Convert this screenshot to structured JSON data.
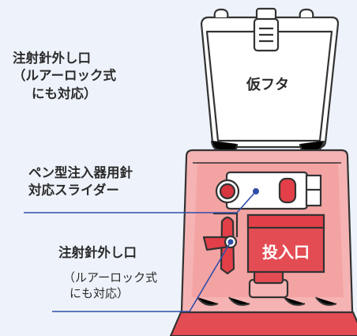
{
  "labels": {
    "needle_top": [
      "注射針外し口",
      "（ルアーロック式",
      "にも対応）"
    ],
    "slider": [
      "ペン型注入器用針",
      "対応スライダー"
    ],
    "needle_bottom_title": "注射針外し口",
    "needle_bottom_sub": [
      "（ルアーロック式",
      "にも対応）"
    ]
  },
  "device": {
    "lid_label": "仮フタ",
    "slot_label": "投入口"
  },
  "colors": {
    "background": "#eef3fb",
    "body": "#f4a9a9",
    "body_dark": "#e88d8d",
    "slot": "#e33f48",
    "outline": "#333333",
    "leader_line": "#2f4ea8",
    "needle_hole": "#d8363f"
  }
}
